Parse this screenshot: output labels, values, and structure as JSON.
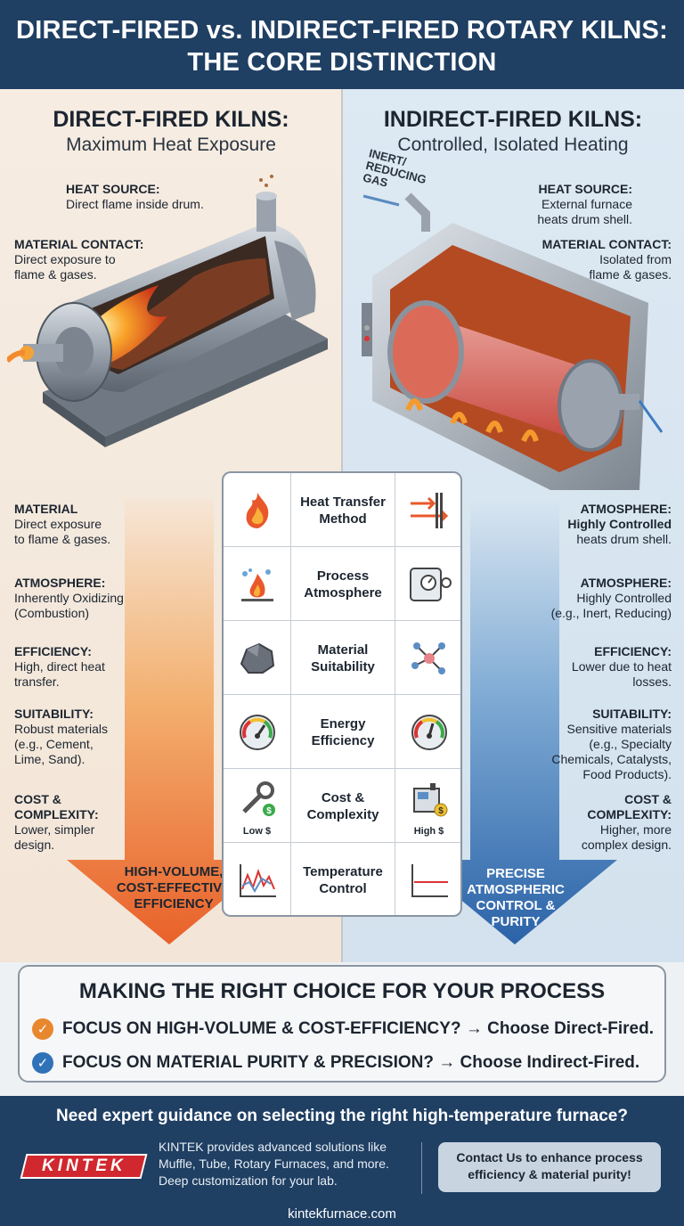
{
  "header": {
    "line1": "DIRECT-FIRED vs. INDIRECT-FIRED ROTARY KILNS:",
    "line2": "THE CORE DISTINCTION"
  },
  "direct": {
    "title": "DIRECT-FIRED KILNS:",
    "subtitle": "Maximum Heat Exposure",
    "heat_source_label": "HEAT SOURCE:",
    "heat_source_text": "Direct flame inside drum.",
    "contact_label": "MATERIAL CONTACT:",
    "contact_text1": "Direct exposure to",
    "contact_text2": "flame & gases.",
    "material_label": "MATERIAL",
    "material_text1": "Direct exposure",
    "material_text2": "to flame & gases.",
    "atmosphere_label": "ATMOSPHERE:",
    "atmosphere_text1": "Inherently Oxidizing",
    "atmosphere_text2": "(Combustion)",
    "efficiency_label": "EFFICIENCY:",
    "efficiency_text1": "High, direct heat",
    "efficiency_text2": "transfer.",
    "suitability_label": "SUITABILITY:",
    "suitability_text1": "Robust materials",
    "suitability_text2": "(e.g., Cement,",
    "suitability_text3": "Lime, Sand).",
    "cost_label1": "COST &",
    "cost_label2": "COMPLEXITY:",
    "cost_text1": "Lower, simpler",
    "cost_text2": "design.",
    "arrow_text1": "HIGH-VOLUME,",
    "arrow_text2": "COST-EFFECTIVE",
    "arrow_text3": "EFFICIENCY"
  },
  "indirect": {
    "title": "INDIRECT-FIRED KILNS:",
    "subtitle": "Controlled, Isolated Heating",
    "gas_label1": "INERT/",
    "gas_label2": "REDUCING",
    "gas_label3": "GAS",
    "heat_source_label": "HEAT SOURCE:",
    "heat_source_text1": "External furnace",
    "heat_source_text2": "heats drum shell.",
    "contact_label": "MATERIAL CONTACT:",
    "contact_text1": "Isolated from",
    "contact_text2": "flame & gases.",
    "atm1_label": "ATMOSPHERE:",
    "atm1_text1": "Highly Controlled",
    "atm1_text2": "heats drum shell.",
    "atmosphere_label": "ATMOSPHERE:",
    "atmosphere_text1": "Highly Controlled",
    "atmosphere_text2": "(e.g., Inert, Reducing)",
    "efficiency_label": "EFFICIENCY:",
    "efficiency_text1": "Lower due to heat",
    "efficiency_text2": "losses.",
    "suitability_label": "SUITABILITY:",
    "suitability_text1": "Sensitive materials",
    "suitability_text2": "(e.g., Specialty",
    "suitability_text3": "Chemicals, Catalysts,",
    "suitability_text4": "Food Products).",
    "cost_label1": "COST &",
    "cost_label2": "COMPLEXITY:",
    "cost_text1": "Higher, more",
    "cost_text2": "complex design.",
    "arrow_text1": "PRECISE",
    "arrow_text2": "ATMOSPHERIC",
    "arrow_text3": "CONTROL &",
    "arrow_text4": "PURITY"
  },
  "table": {
    "rows": [
      {
        "line1": "Heat Transfer",
        "line2": "Method"
      },
      {
        "line1": "Process",
        "line2": "Atmosphere"
      },
      {
        "line1": "Material",
        "line2": "Suitability"
      },
      {
        "line1": "Energy",
        "line2": "Efficiency"
      },
      {
        "line1": "Cost &",
        "line2": "Complexity"
      },
      {
        "line1": "Temperature",
        "line2": "Control"
      }
    ],
    "low_cost": "Low $",
    "high_cost": "High $"
  },
  "choice": {
    "title": "MAKING THE RIGHT CHOICE FOR YOUR PROCESS",
    "item1": "FOCUS ON HIGH-VOLUME & COST-EFFICIENCY? → Choose Direct-Fired.",
    "item2": "FOCUS ON MATERIAL PURITY & PRECISION? → Choose Indirect-Fired.",
    "check1_color": "#e8872e",
    "check2_color": "#2f72b8"
  },
  "footer": {
    "question": "Need expert guidance on selecting the right high-temperature furnace?",
    "logo": "KINTEK",
    "desc1": "KINTEK provides advanced solutions like",
    "desc2": "Muffle, Tube, Rotary Furnaces, and more.",
    "desc3": "Deep customization for your lab.",
    "contact1": "Contact Us to enhance process",
    "contact2": "efficiency & material purity!",
    "url": "kintekfurnace.com"
  },
  "colors": {
    "header_bg": "#1f3f63",
    "direct_arrow": "#ee7a2c",
    "indirect_arrow": "#2f6fb1"
  }
}
